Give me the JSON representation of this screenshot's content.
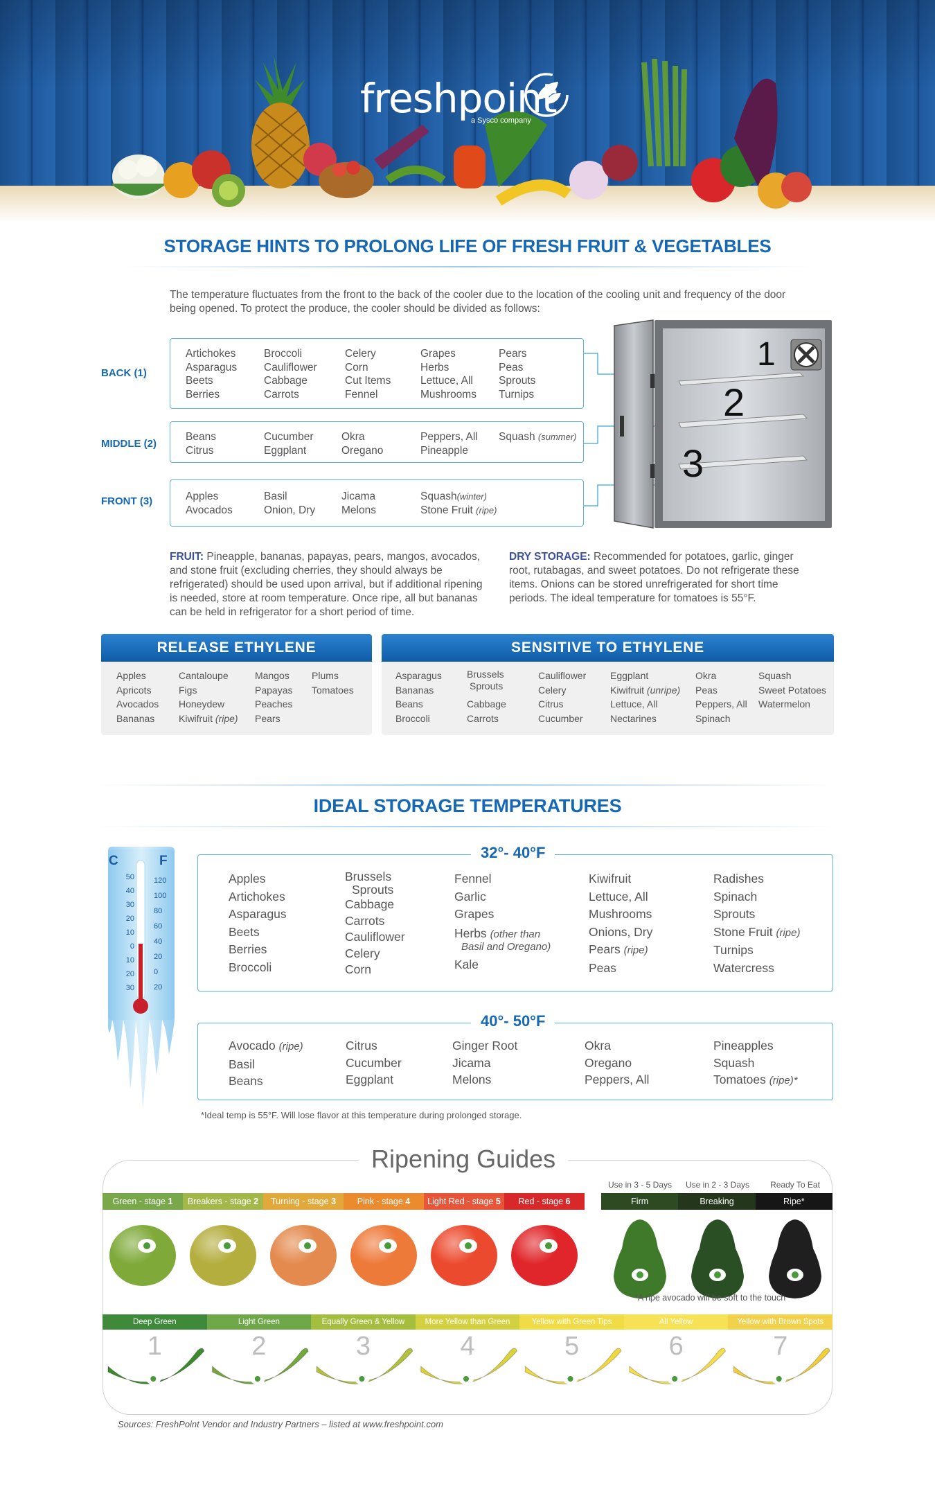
{
  "brand": {
    "name": "freshpoint",
    "tagline": "a Sysco company",
    "colors": {
      "blue": "#1768b4",
      "light_blue": "#5ab4e0",
      "wood": "#1f5aa0"
    }
  },
  "main_title": "STORAGE HINTS TO PROLONG LIFE OF FRESH FRUIT & VEGETABLES",
  "intro": "The temperature fluctuates from the front to the back of the cooler due to the location of the cooling unit and frequency of the door being opened. To protect the produce, the cooler should be divided as follows:",
  "zones": {
    "back": {
      "label": "BACK (1)",
      "columns": [
        [
          "Artichokes",
          "Asparagus",
          "Beets",
          "Berries"
        ],
        [
          "Broccoli",
          "Cauliflower",
          "Cabbage",
          "Carrots"
        ],
        [
          "Celery",
          "Corn",
          "Cut Items",
          "Fennel"
        ],
        [
          "Grapes",
          "Herbs",
          "Lettuce, All",
          "Mushrooms"
        ],
        [
          "Pears",
          "Peas",
          "Sprouts",
          "Turnips"
        ]
      ]
    },
    "middle": {
      "label": "MIDDLE (2)",
      "columns": [
        [
          "Beans",
          "Citrus"
        ],
        [
          "Cucumber",
          "Eggplant"
        ],
        [
          "Okra",
          "Oregano"
        ],
        [
          "Peppers, All",
          "Pineapple"
        ]
      ],
      "squash": "Squash",
      "squash_note": "(summer)"
    },
    "front": {
      "label": "FRONT (3)",
      "columns": [
        [
          "Apples",
          "Avocados"
        ],
        [
          "Basil",
          "Onion, Dry"
        ],
        [
          "Jicama",
          "Melons"
        ]
      ],
      "squash": "Squash",
      "squash_note": "(winter)",
      "stone": "Stone Fruit",
      "stone_note": "(ripe)"
    }
  },
  "cooler_numbers": [
    "1",
    "2",
    "3"
  ],
  "fruit_note": {
    "label": "FRUIT:",
    "text": " Pineapple, bananas, papayas, pears, mangos, avocados, and stone fruit (excluding cherries, they should always be refrigerated) should be used upon arrival, but if additional ripening is needed, store at room temperature. Once ripe, all but bananas can be held in refrigerator for a short period of time."
  },
  "dry_note": {
    "label": "DRY STORAGE:",
    "text": " Recommended for potatoes, garlic, ginger root, rutabagas, and sweet potatoes. Do not refrigerate these items. Onions can be stored unrefrigerated for short time periods. The ideal temperature for tomatoes is 55°F."
  },
  "release": {
    "title": "RELEASE ETHYLENE",
    "columns": [
      [
        "Apples",
        "Apricots",
        "Avocados",
        "Bananas"
      ],
      [
        "Cantaloupe",
        "Figs",
        "Honeydew",
        "Kiwifruit"
      ],
      [
        "Mangos",
        "Papayas",
        "Peaches",
        "Pears"
      ],
      [
        "Plums",
        "Tomatoes"
      ]
    ],
    "kiwi_note": "(ripe)"
  },
  "sensitive": {
    "title": "SENSITIVE TO ETHYLENE",
    "c1": [
      "Asparagus",
      "Bananas",
      "Beans",
      "Broccoli"
    ],
    "c2a": "Brussels",
    "c2b": "Sprouts",
    "c2c": "Cabbage",
    "c2d": "Carrots",
    "c3": [
      "Cauliflower",
      "Celery",
      "Citrus",
      "Cucumber"
    ],
    "c4a": "Eggplant",
    "c4b": "Kiwifruit",
    "c4b_note": "(unripe)",
    "c4c": "Lettuce, All",
    "c4d": "Nectarines",
    "c5": [
      "Okra",
      "Peas",
      "Peppers, All",
      "Spinach"
    ],
    "c6": [
      "Squash",
      "Sweet Potatoes",
      "Watermelon"
    ]
  },
  "temps_title": "IDEAL STORAGE TEMPERATURES",
  "thermometer": {
    "c": "C",
    "f": "F",
    "c_ticks": [
      "50",
      "40",
      "30",
      "20",
      "10",
      "0",
      "10",
      "20",
      "30"
    ],
    "f_ticks": [
      "120",
      "100",
      "80",
      "60",
      "40",
      "20",
      "0",
      "20"
    ]
  },
  "cold": {
    "title": "32°- 40°F",
    "c1": [
      "Apples",
      "Artichokes",
      "Asparagus",
      "Beets",
      "Berries",
      "Broccoli"
    ],
    "c2a": "Brussels",
    "c2b": "Sprouts",
    "c2": [
      "Cabbage",
      "Carrots",
      "Cauliflower",
      "Celery",
      "Corn"
    ],
    "c3": [
      "Fennel",
      "Garlic",
      "Grapes"
    ],
    "herbs": "Herbs",
    "herbs_note1": "(other than",
    "herbs_note2": "Basil and Oregano)",
    "kale": "Kale",
    "c4": [
      "Kiwifruit",
      "Lettuce, All",
      "Mushrooms",
      "Onions, Dry"
    ],
    "pears": "Pears",
    "pears_note": "(ripe)",
    "peas": "Peas",
    "c5a": [
      "Radishes",
      "Spinach",
      "Sprouts"
    ],
    "stone": "Stone Fruit",
    "stone_note": "(ripe)",
    "c5b": [
      "Turnips",
      "Watercress"
    ]
  },
  "cool": {
    "title": "40°- 50°F",
    "avocado": "Avocado",
    "avocado_note": "(ripe)",
    "c1": [
      "Basil",
      "Beans"
    ],
    "c2": [
      "Citrus",
      "Cucumber",
      "Eggplant"
    ],
    "c3": [
      "Ginger Root",
      "Jicama",
      "Melons"
    ],
    "c4": [
      "Okra",
      "Oregano",
      "Peppers, All"
    ],
    "c5": [
      "Pineapples",
      "Squash"
    ],
    "tomatoes": "Tomatoes",
    "tomatoes_note": "(ripe)*"
  },
  "footnote": "*Ideal temp is 55°F. Will lose flavor at this temperature during prolonged storage.",
  "ripening": {
    "title": "Ripening Guides",
    "tomato_stages": [
      {
        "name": "Green - stage",
        "num": "1",
        "color": "#79a84a"
      },
      {
        "name": "Breakers - stage",
        "num": "2",
        "color": "#a4b84a"
      },
      {
        "name": "Turning - stage",
        "num": "3",
        "color": "#e2a93a"
      },
      {
        "name": "Pink - stage",
        "num": "4",
        "color": "#ec8a2e"
      },
      {
        "name": "Light Red - stage",
        "num": "5",
        "color": "#e8563a"
      },
      {
        "name": "Red - stage",
        "num": "6",
        "color": "#d8282a"
      }
    ],
    "avocado_headers": [
      "Use in 3 - 5 Days",
      "Use in 2 - 3 Days",
      "Ready To Eat"
    ],
    "avocado_stages": [
      "Firm",
      "Breaking",
      "Ripe*"
    ],
    "avocado_note": "*A ripe avocado will be soft to the touch",
    "banana_stages": [
      {
        "name": "Deep Green",
        "num": "1",
        "color": "#3e8a3a"
      },
      {
        "name": "Light Green",
        "num": "2",
        "color": "#6fa848"
      },
      {
        "name": "Equally Green & Yellow",
        "num": "3",
        "color": "#a4bf3e"
      },
      {
        "name": "More Yellow than Green",
        "num": "4",
        "color": "#d3d140"
      },
      {
        "name": "Yellow with Green Tips",
        "num": "5",
        "color": "#f2dc46"
      },
      {
        "name": "All Yellow",
        "num": "6",
        "color": "#f7e255"
      },
      {
        "name": "Yellow with Brown Spots",
        "num": "7",
        "color": "#f1d24a"
      }
    ]
  },
  "sources": "Sources: FreshPoint Vendor and Industry Partners – listed at www.freshpoint.com"
}
